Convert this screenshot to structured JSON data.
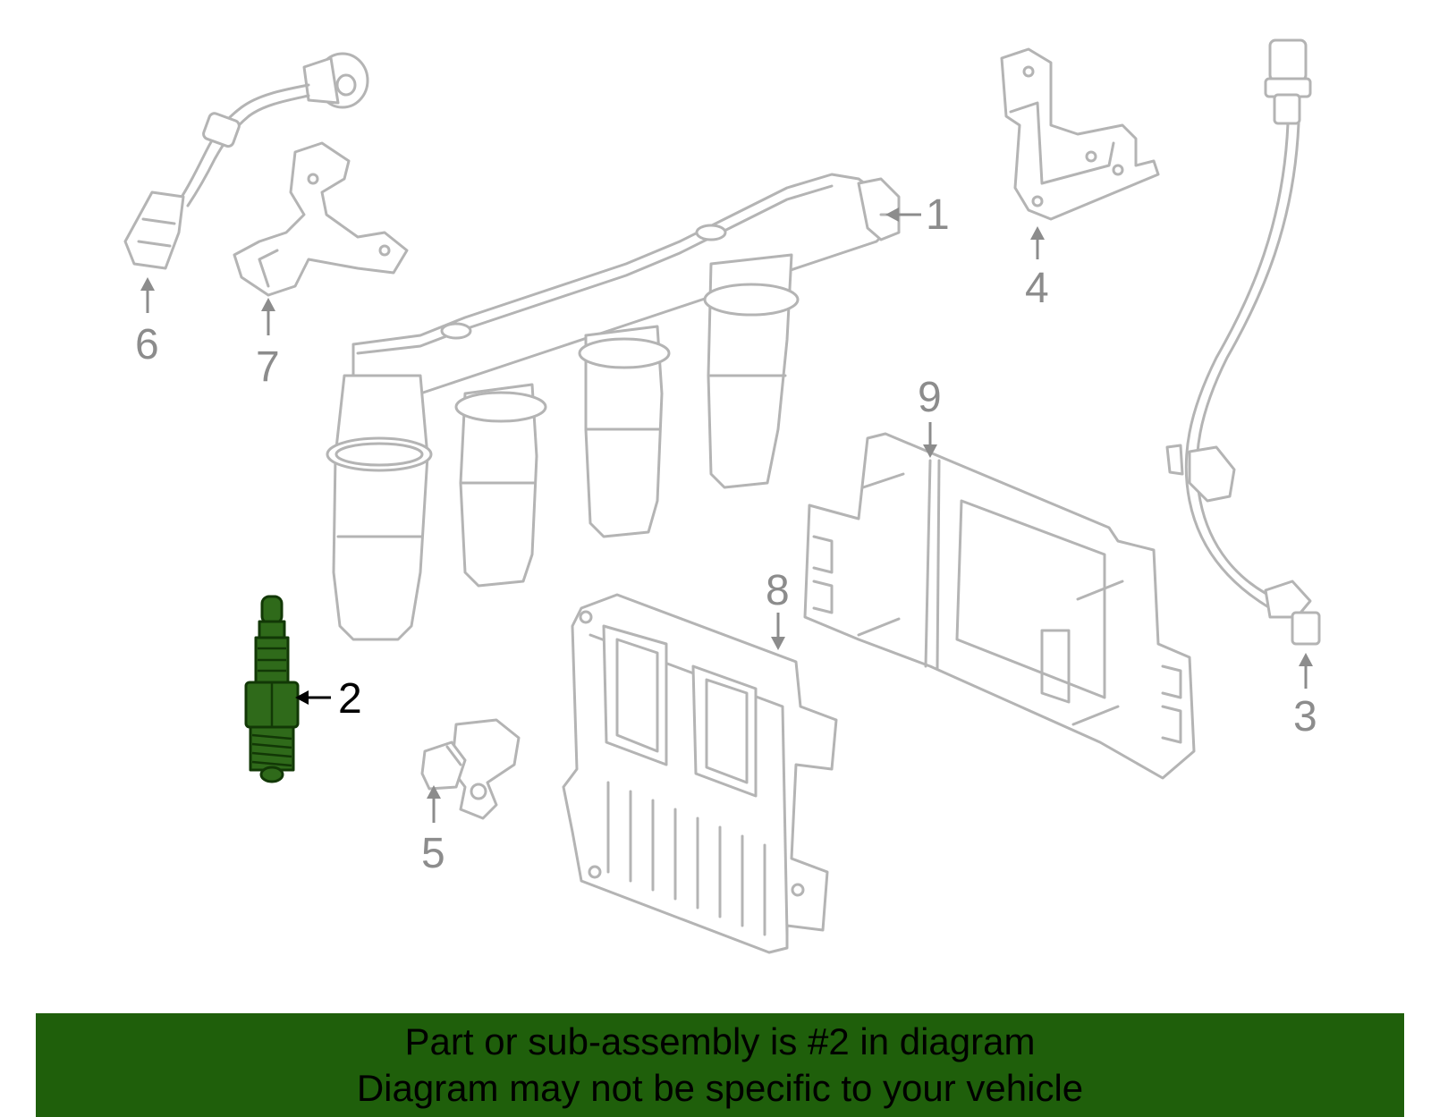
{
  "diagram": {
    "callouts": [
      {
        "id": "1",
        "label": "1"
      },
      {
        "id": "2",
        "label": "2"
      },
      {
        "id": "3",
        "label": "3"
      },
      {
        "id": "4",
        "label": "4"
      },
      {
        "id": "5",
        "label": "5"
      },
      {
        "id": "6",
        "label": "6"
      },
      {
        "id": "7",
        "label": "7"
      },
      {
        "id": "8",
        "label": "8"
      },
      {
        "id": "9",
        "label": "9"
      }
    ],
    "highlighted_part": "2"
  },
  "banner": {
    "line1": "Part or sub-assembly is #2 in diagram",
    "line2": "Diagram may not be specific to your vehicle"
  },
  "colors": {
    "highlight": "#2f6a1a",
    "banner": "#1f5f0b",
    "parts": "#b4b4b4",
    "callout_text": "#8c8c8c"
  }
}
